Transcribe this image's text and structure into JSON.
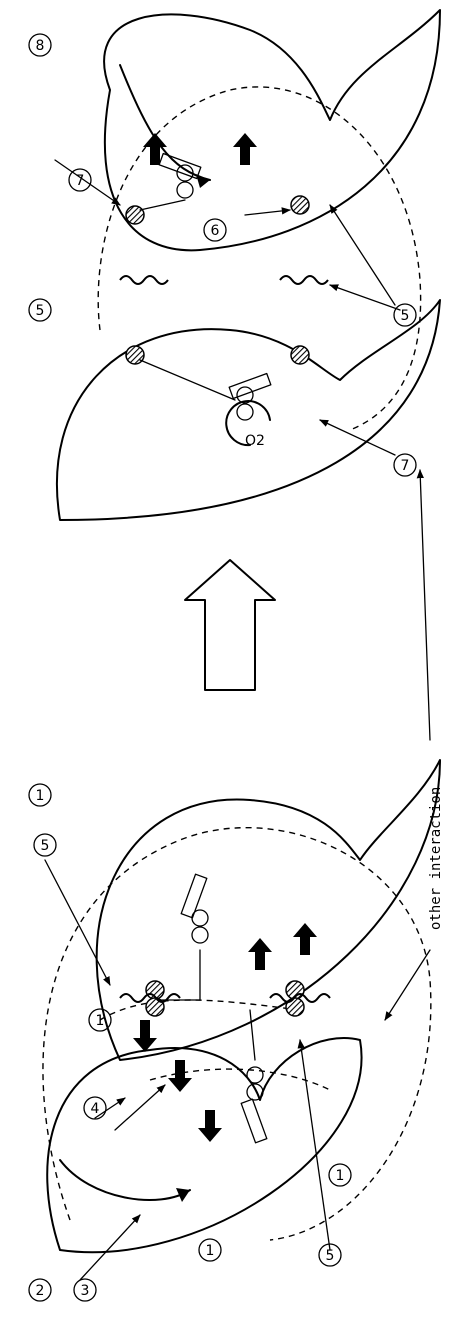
{
  "labels": {
    "n1": "1",
    "n1p": "1'",
    "n2": "2",
    "n3": "3",
    "n4": "4",
    "n5": "5",
    "n6": "6",
    "n7": "7",
    "n8": "8",
    "o2": "O2"
  },
  "annotation": "other interaction"
}
